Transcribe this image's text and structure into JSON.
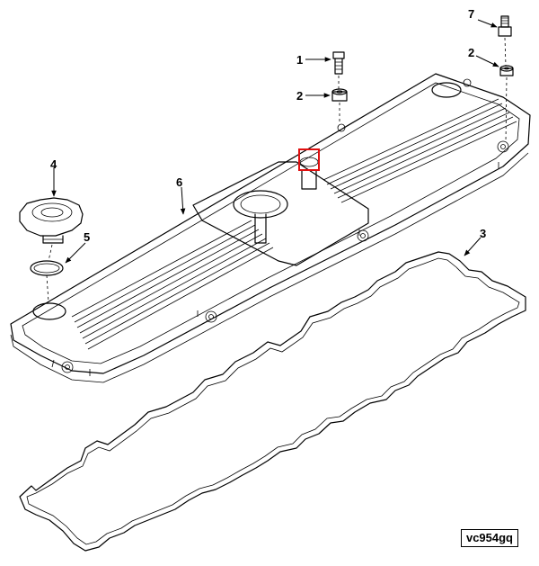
{
  "diagram": {
    "callouts": [
      {
        "id": "1",
        "label": "1"
      },
      {
        "id": "2a",
        "label": "2"
      },
      {
        "id": "2b",
        "label": "2"
      },
      {
        "id": "3",
        "label": "3"
      },
      {
        "id": "4",
        "label": "4"
      },
      {
        "id": "5",
        "label": "5"
      },
      {
        "id": "6",
        "label": "6"
      },
      {
        "id": "7",
        "label": "7"
      }
    ],
    "reference_code": "vc954gq",
    "highlight_color": "#e01010"
  }
}
